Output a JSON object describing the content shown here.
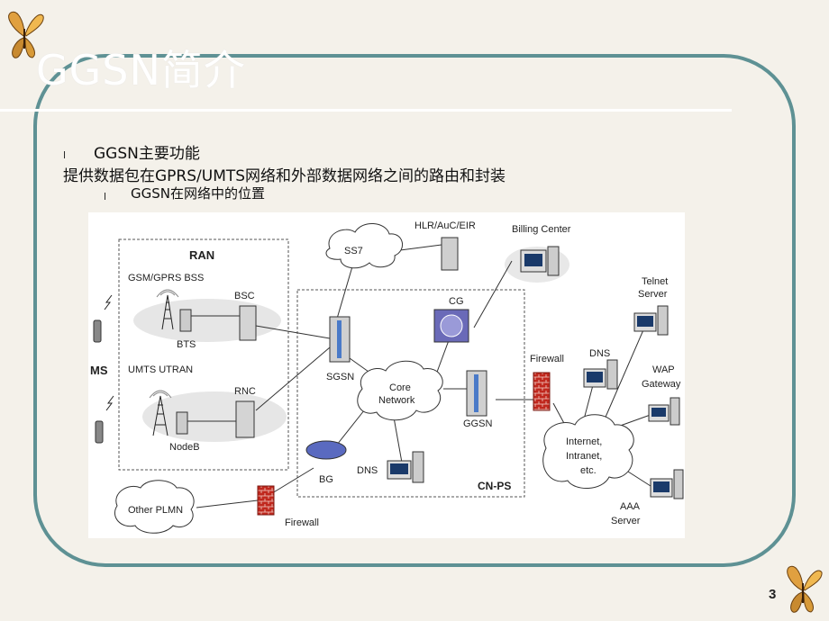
{
  "slide": {
    "title": "GGSN简介",
    "bullets": [
      {
        "marker": "l",
        "text": "GGSN主要功能"
      },
      {
        "text": "提供数据包在GPRS/UMTS网络和外部数据网络之间的路由和封装"
      },
      {
        "marker": "l",
        "text": "GGSN在网络中的位置"
      }
    ],
    "page_number": "3"
  },
  "diagram": {
    "labels": {
      "ran": "RAN",
      "gsm_bss": "GSM/GPRS BSS",
      "bsc": "BSC",
      "bts": "BTS",
      "ms": "MS",
      "umts_utran": "UMTS UTRAN",
      "rnc": "RNC",
      "nodeb": "NodeB",
      "ss7": "SS7",
      "hlr": "HLR/AuC/EIR",
      "billing": "Billing Center",
      "cg": "CG",
      "sgsn": "SGSN",
      "core1": "Core",
      "core2": "Network",
      "ggsn": "GGSN",
      "dns_core": "DNS",
      "bg": "BG",
      "cnps": "CN-PS",
      "other_plmn": "Other PLMN",
      "firewall_bottom": "Firewall",
      "firewall_right": "Firewall",
      "dns_net": "DNS",
      "telnet1": "Telnet",
      "telnet2": "Server",
      "wap1": "WAP",
      "wap2": "Gateway",
      "internet1": "Internet,",
      "internet2": "Intranet,",
      "internet3": "etc.",
      "aaa1": "AAA",
      "aaa2": "Server"
    }
  }
}
